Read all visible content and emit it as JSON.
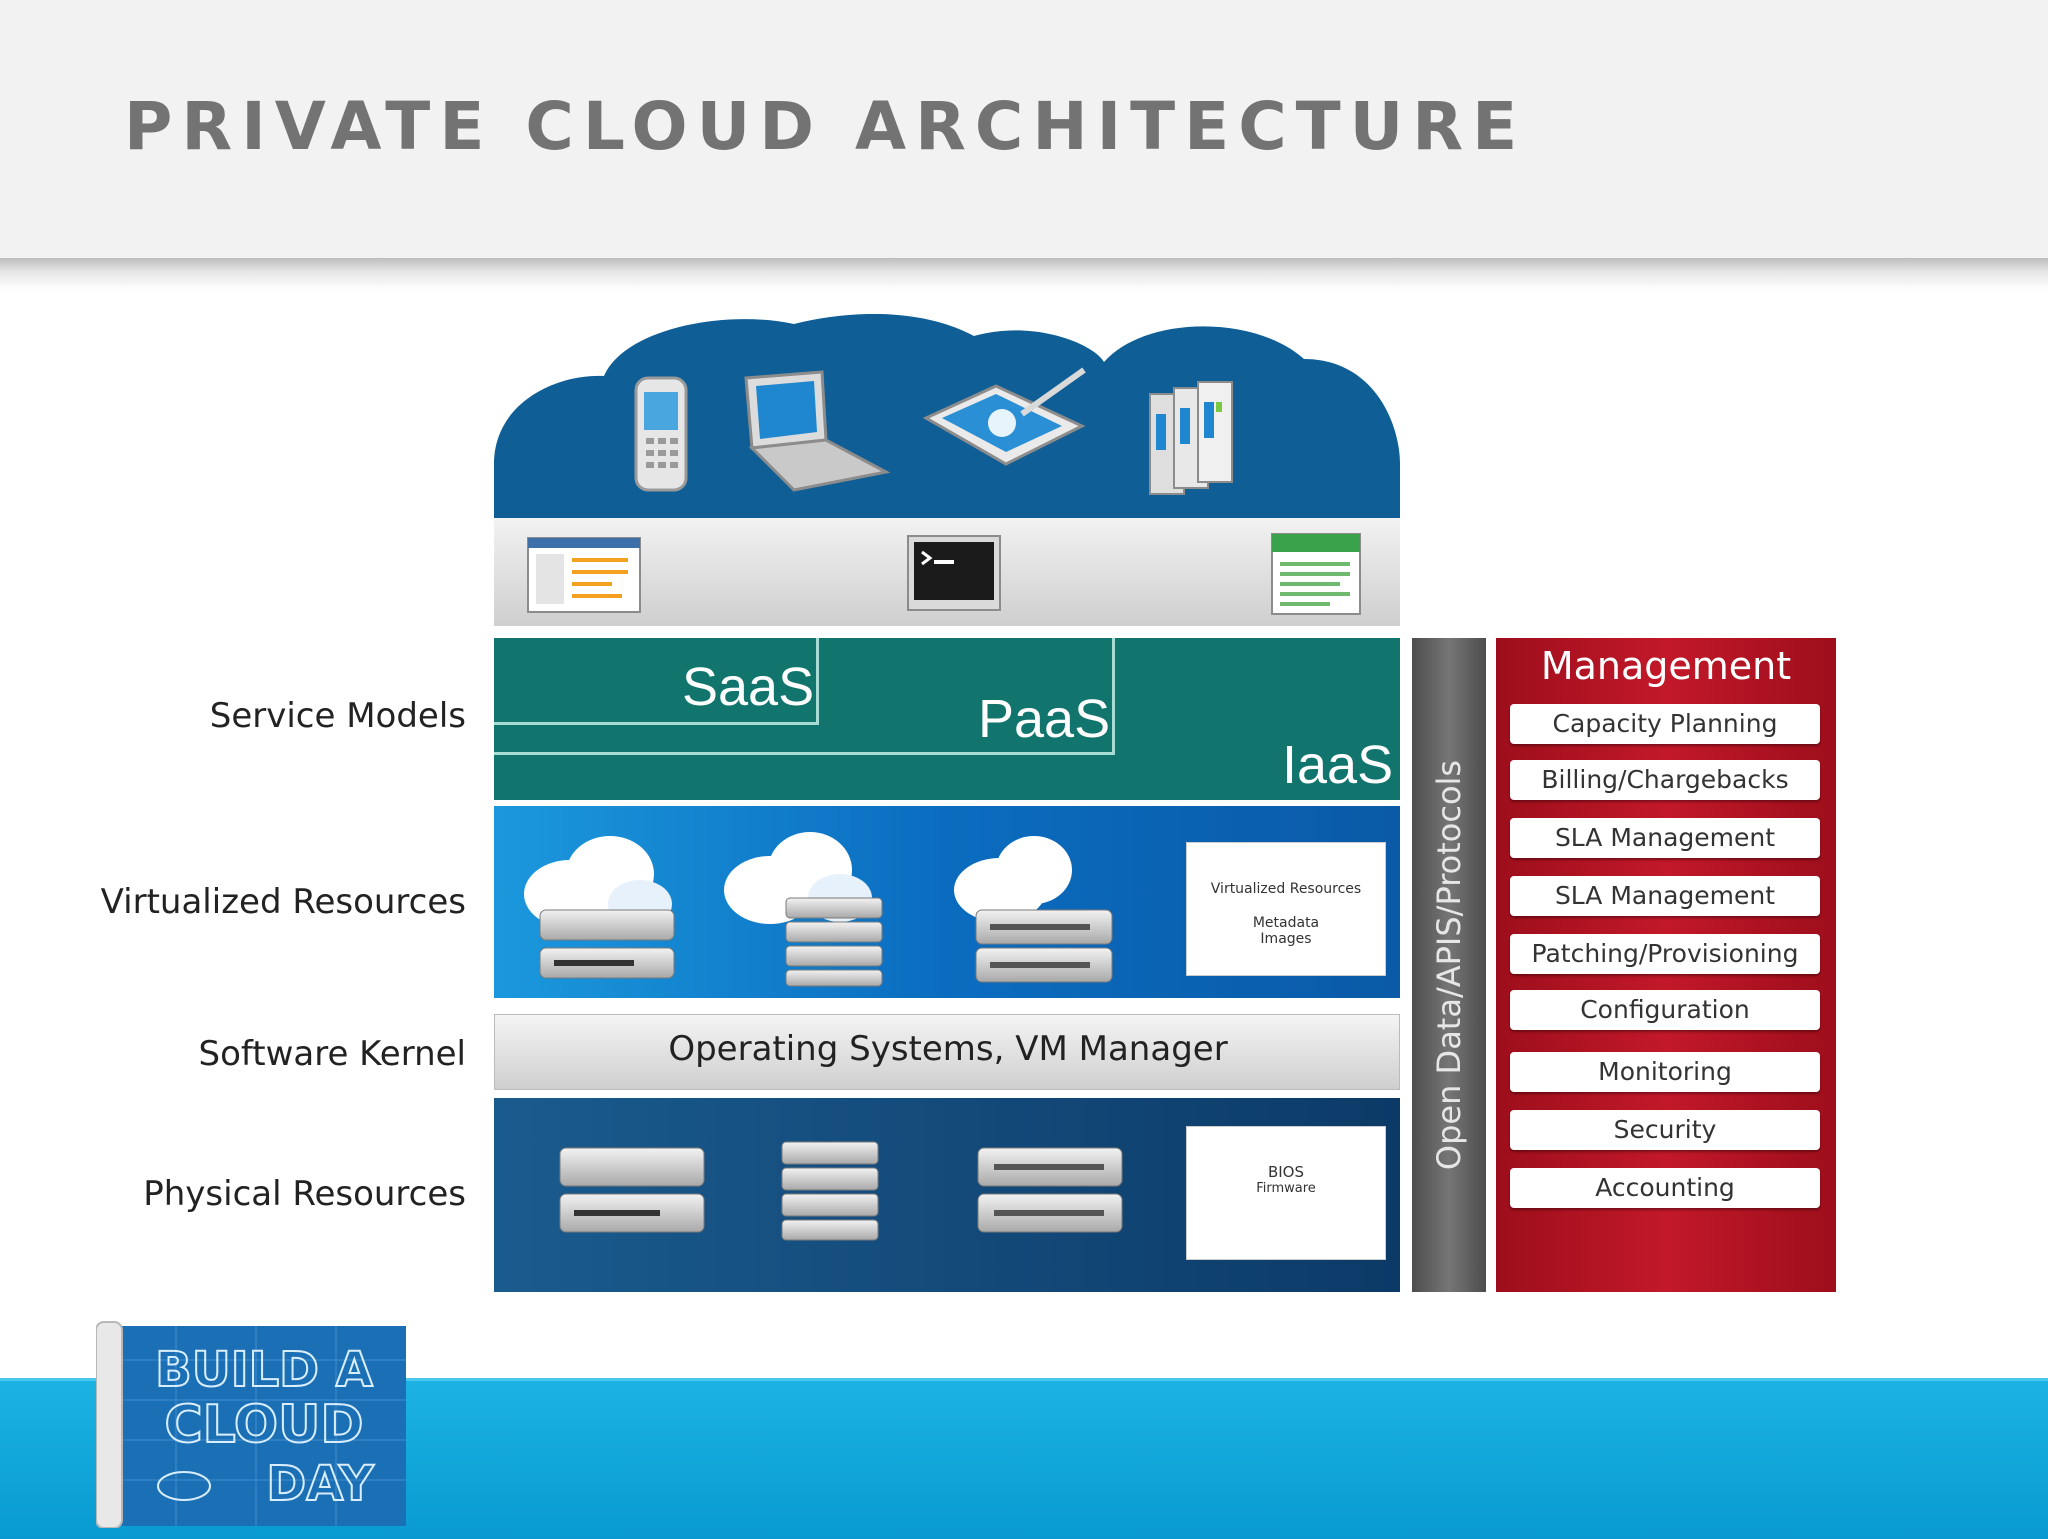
{
  "header": {
    "title": "PRIVATE CLOUD ARCHITECTURE"
  },
  "rows": {
    "service_models": "Service Models",
    "virtualized": "Virtualized Resources",
    "kernel": "Software Kernel",
    "physical": "Physical Resources"
  },
  "service_models": {
    "saas": "SaaS",
    "paas": "PaaS",
    "iaas": "IaaS"
  },
  "kernel_label": "Operating Systems, VM Manager",
  "virtual_box": {
    "line1": "Virtualized Resources",
    "line2": "Metadata",
    "line3": "Images"
  },
  "physical_box": {
    "line1": "BIOS",
    "line2": "Firmware"
  },
  "protocols": "Open Data/APIS/Protocols",
  "management": {
    "title": "Management",
    "items": [
      "Capacity Planning",
      "Billing/Chargebacks",
      "SLA Management",
      "SLA Management",
      "Patching/Provisioning",
      "Configuration",
      "Monitoring",
      "Security",
      "Accounting"
    ]
  },
  "logo": {
    "line1": "BUILD A",
    "line2": "CLOUD",
    "line3": "DAY"
  },
  "colors": {
    "cloud": "#0f5e96",
    "teal": "#11756e",
    "management": "#b5121b",
    "footer": "#0fa9de"
  }
}
